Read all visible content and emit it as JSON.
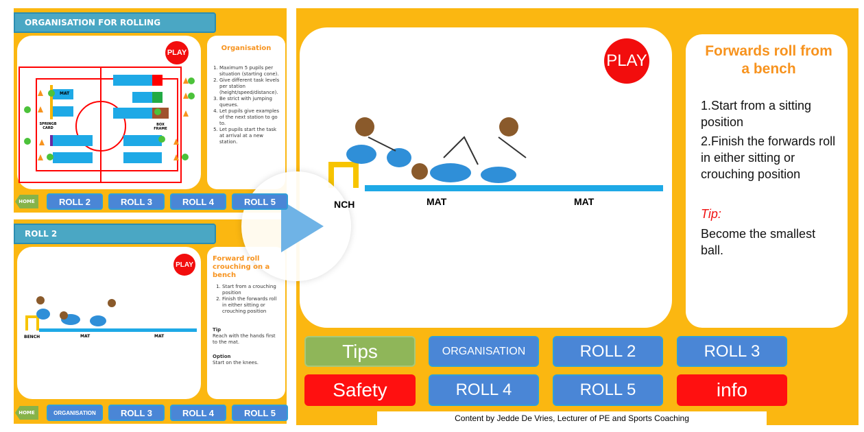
{
  "slide1": {
    "title": "ORGANISATION FOR ROLLING",
    "play": "PLAY",
    "labels": {
      "mat": "MAT",
      "springboard": "SPRINGB CARD",
      "box_frame": "BOX FRAME"
    },
    "text_title": "Organisation",
    "items": [
      "Maximum 5 pupils per situation (starting cone).",
      "Give different task levels per station (height/speed/distance).",
      "Be strict with jumping queues.",
      "Let pupils give examples of the next station to go to.",
      "Let pupils start the task at arrival at a new station."
    ],
    "nav": {
      "home": "HOME",
      "buttons": [
        "ROLL 2",
        "ROLL 3",
        "ROLL 4",
        "ROLL 5"
      ]
    }
  },
  "slide2": {
    "title": "ROLL 2",
    "play": "PLAY",
    "labels": {
      "bench": "BENCH",
      "mat1": "MAT",
      "mat2": "MAT"
    },
    "text_title": "Forward roll crouching on a bench",
    "items": [
      "Start from a crouching position",
      "Finish the forwards roll in either sitting or crouching position"
    ],
    "tip_label": "Tip",
    "tip": "Reach with the hands first to the mat.",
    "option_label": "Option",
    "option": "Start on the knees.",
    "nav": {
      "home": "HOME",
      "buttons": [
        "ORGANISATION",
        "ROLL 3",
        "ROLL 4",
        "ROLL 5"
      ]
    }
  },
  "main": {
    "play": "PLAY",
    "labels": {
      "bench": "NCH",
      "mat1": "MAT",
      "mat2": "MAT"
    },
    "title": "Forwards roll from a bench",
    "steps": [
      "1.Start from a sitting position",
      "2.Finish the forwards roll in either sitting or crouching position"
    ],
    "tip_label": "Tip:",
    "tip": "Become the smallest ball.",
    "buttons": {
      "tips": "Tips",
      "organisation": "ORGANISATION",
      "roll2": "ROLL 2",
      "roll3": "ROLL 3",
      "safety": "Safety",
      "roll4": "ROLL 4",
      "roll5": "ROLL 5",
      "info": "info"
    },
    "footer": "Content by Jedde De Vries, Lecturer of PE and Sports Coaching"
  },
  "colors": {
    "background": "#fbb711",
    "title_bar": "#4aa7c4",
    "nav_button": "#4a86d6",
    "play": "#f20d0d",
    "tips": "#8fb659",
    "alert": "#ff1010",
    "heading": "#f7931e"
  },
  "overlay": {
    "icon": "play-icon"
  }
}
